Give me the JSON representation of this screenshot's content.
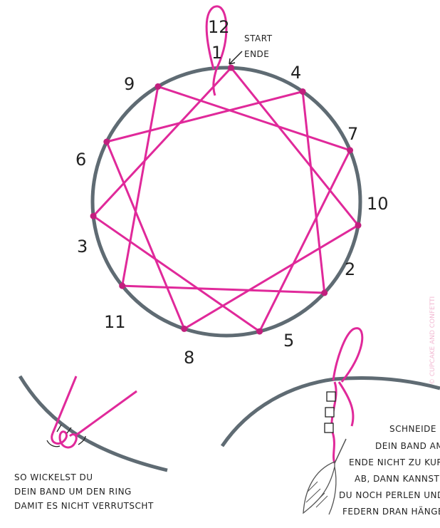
{
  "main_diagram": {
    "labels": [
      "1",
      "2",
      "3",
      "4",
      "5",
      "6",
      "7",
      "8",
      "9",
      "10",
      "11",
      "12"
    ],
    "start_label": "START",
    "end_label": "ENDE"
  },
  "wrap_detail": {
    "caption": [
      "SO WICKELST DU",
      "DEIN BAND UM DEN RING",
      "DAMIT ES NICHT VERRUTSCHT"
    ]
  },
  "finish_detail": {
    "caption": [
      "SCHNEIDE",
      "DEIN BAND AM",
      "ENDE NICHT ZU KURZ",
      "AB, DANN KANNST",
      "DU NOCH PERLEN UND",
      "FEDERN DRAN HÄNGEN"
    ]
  },
  "watermark": "© CUPCAKE AND CONFETTI",
  "colors": {
    "ring": "#5f6b73",
    "string": "#e0299a",
    "ink": "#222222"
  }
}
